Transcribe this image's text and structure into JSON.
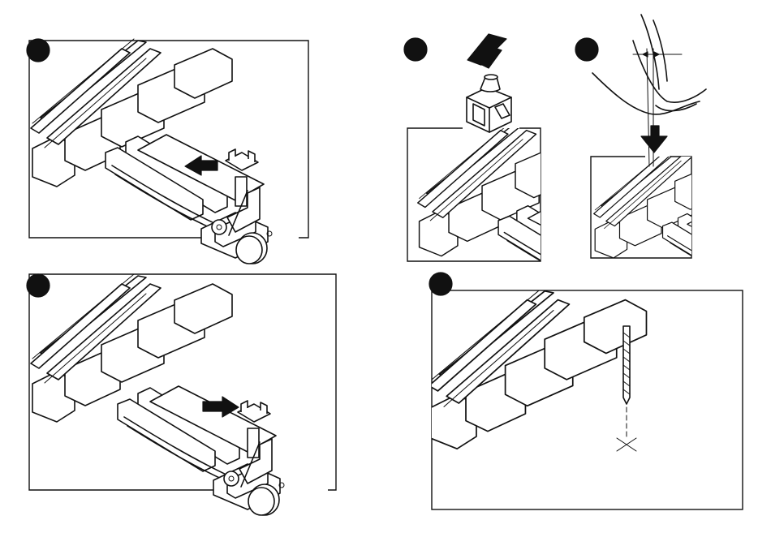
{
  "document": {
    "steps": [
      {
        "id": 1,
        "badge": "step-1-badge",
        "arrow": "arrow-left-icon"
      },
      {
        "id": 2,
        "badge": "step-2-badge",
        "arrow": "arrow-up-icon"
      },
      {
        "id": 3,
        "badge": "step-3-badge",
        "arrow": "arrow-down-icon"
      },
      {
        "id": 4,
        "badge": "step-4-badge",
        "arrow": "arrow-right-icon"
      },
      {
        "id": 5,
        "badge": "step-5-badge",
        "icon": "drill-bit-icon"
      }
    ],
    "colors": {
      "ink": "#111111",
      "paper": "#ffffff"
    }
  }
}
